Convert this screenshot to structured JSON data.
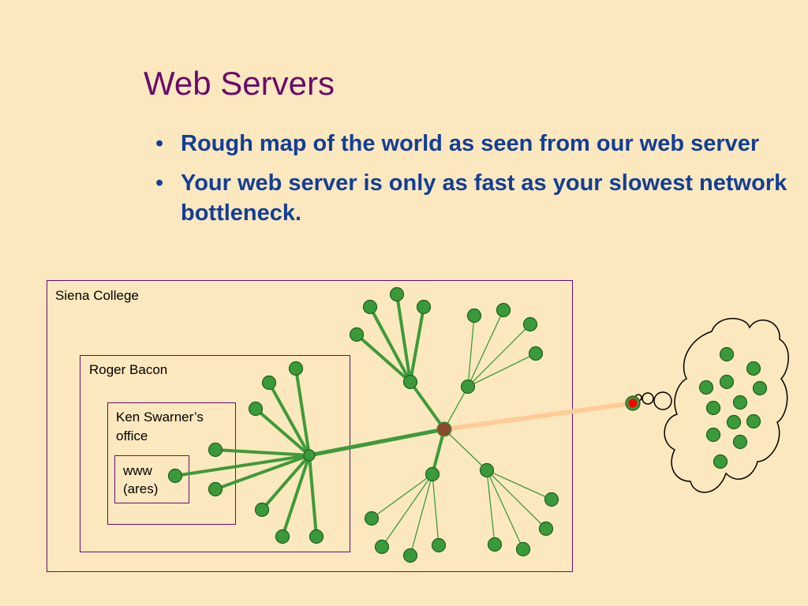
{
  "slide": {
    "title": "Web Servers",
    "bullets": [
      "Rough map of the world as seen from our web server",
      "Your web server is only as fast as your slowest network bottleneck."
    ]
  },
  "diagram": {
    "boxes": {
      "siena": "Siena College",
      "roger": "Roger Bacon",
      "office_line1": "Ken Swarner’s",
      "office_line2": "office",
      "www_line1": "www",
      "www_line2": "(ares)"
    },
    "colors": {
      "node_fill": "#3A9A3A",
      "node_stroke": "#1E5E1E",
      "link": "#3E9A3A",
      "uplink": "#FFCC99",
      "router_fill": "#8B4A2B",
      "internet_node": "#FF0000",
      "box_border": "#6A0A6E"
    }
  }
}
